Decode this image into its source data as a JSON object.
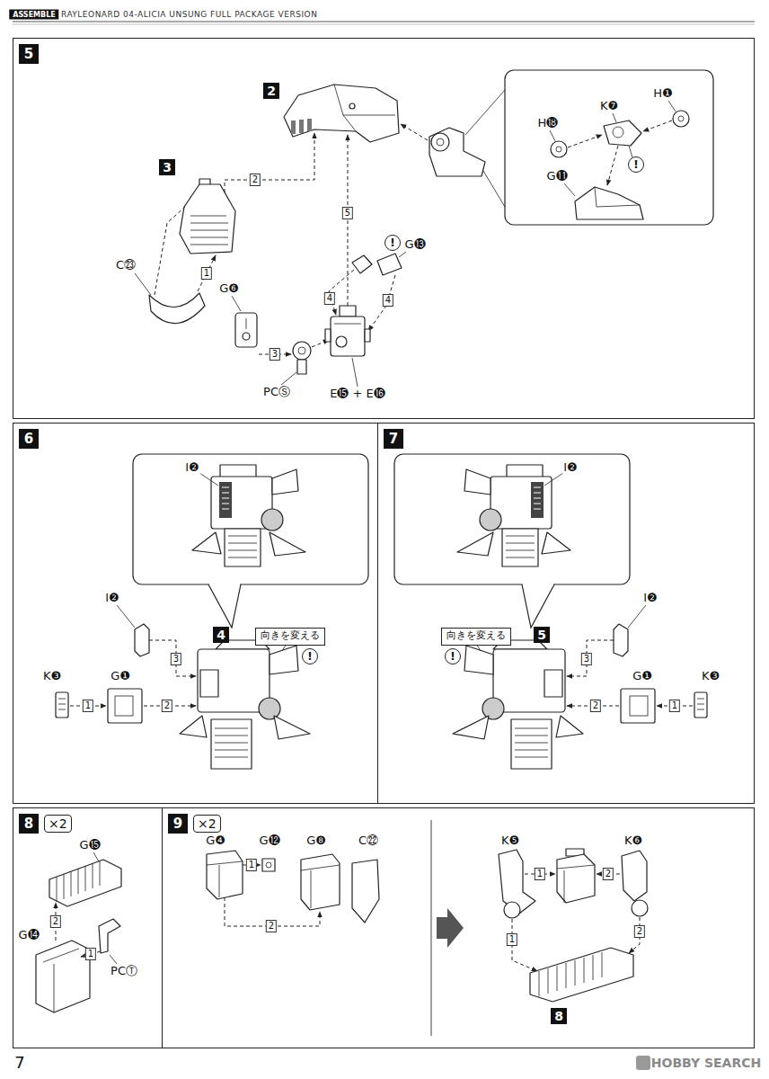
{
  "diagram": {
    "nodes": [
      {
        "text": [
          "5"
        ]
      },
      {
        "text": [
          "6"
        ]
      },
      {
        "text": [
          "7"
        ]
      },
      {
        "text": [
          "8",
          "×2"
        ]
      },
      {
        "text": [
          "9",
          "×2"
        ]
      },
      {
        "text": [
          "向きを変える"
        ],
        "in": 1
      },
      {
        "text": [
          "向きを変える"
        ],
        "in": 2
      }
    ],
    "labels": [
      "ASSEMBLE",
      "RAYLEONARD 04-ALICIA UNSUNG FULL PACKAGE VERSION",
      "2",
      "3",
      "C㉓",
      "1",
      "2",
      "5",
      "!",
      "G⓭",
      "4",
      "4",
      "G❻",
      "3",
      "PCⓈ",
      "E⓯ + E⓰",
      "H❶",
      "K❼",
      "H⓲",
      "!",
      "G⓫",
      "I❷",
      "I❷",
      "3",
      "4",
      "!",
      "K❸",
      "1",
      "G❶",
      "2",
      "I❷",
      "5",
      "!",
      "I❷",
      "3",
      "2",
      "G❶",
      "1",
      "K❸",
      "G⓯",
      "2",
      "PCⓉ",
      "1",
      "G⓮",
      "G❹",
      "1",
      "G⓬",
      "G❽",
      "C㉒",
      "2",
      "K❺",
      "K❻",
      "1",
      "2",
      "1",
      "2",
      "8",
      "7",
      "HOBBY SEARCH"
    ]
  }
}
